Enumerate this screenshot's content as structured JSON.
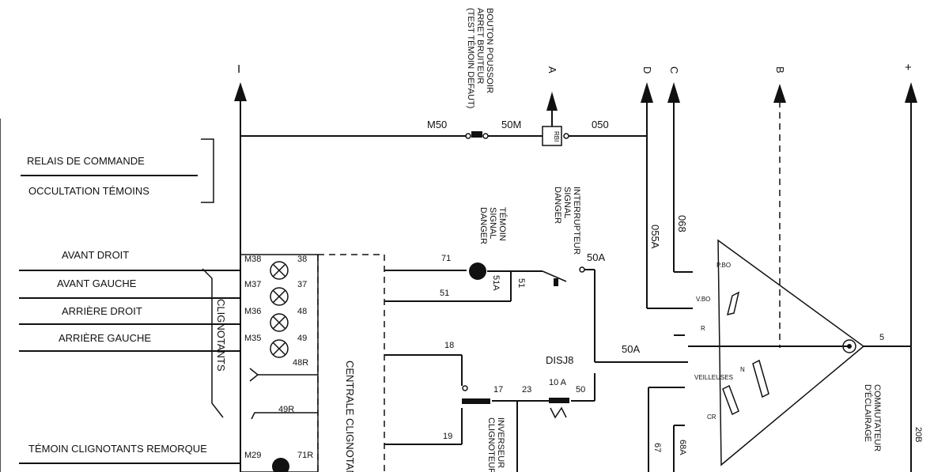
{
  "labels": {
    "relais_line1": "RELAIS DE COMMANDE",
    "relais_line2": "OCCULTATION TÉMOINS",
    "avant_droit": "AVANT DROIT",
    "avant_gauche": "AVANT GAUCHE",
    "arriere_droit": "ARRIÈRE DROIT",
    "arriere_gauche": "ARRIÈRE GAUCHE",
    "clignotants": "CLIGNOTANTS",
    "temoin_remorque": "TÉMOIN CLIGNOTANTS REMORQUE",
    "centrale": "CENTRALE CLIGNOTANTS",
    "bouton_1": "BOUTON POUSSOIR",
    "bouton_2": "ARRET BRUITEUR",
    "bouton_3": "(TEST TÉMOIN DEFAUT)",
    "temoin_1": "TÉMOIN",
    "temoin_2": "SIGNAL",
    "temoin_3": "DANGER",
    "interr_1": "INTERRUPTEUR",
    "interr_2": "SIGNAL",
    "interr_3": "DANGER",
    "inverseur_1": "INVERSEUR",
    "inverseur_2": "CLIGNOTEURS",
    "commutateur_1": "COMMUTATEUR",
    "commutateur_2": "D'ÉCLAIRAGE",
    "disj": "DISJ8",
    "fuse": "10 A"
  },
  "terminals": {
    "top_minus": "I",
    "top_a": "A",
    "top_d": "D",
    "top_c": "C",
    "top_b": "B",
    "top_plus": "+"
  },
  "wires": {
    "m50": "M50",
    "w50m": "50M",
    "w050": "050",
    "m38": "M38",
    "w38": "38",
    "m37": "M37",
    "w37": "37",
    "m36": "M36",
    "w48": "48",
    "m35": "M35",
    "w49": "49",
    "w48r": "48R",
    "w49r": "49R",
    "m29": "M29",
    "w71r": "71R",
    "w71": "71",
    "w51": "51",
    "w51a": "51A",
    "w51b": "51",
    "w50a_top": "50A",
    "w18": "18",
    "w19": "19",
    "w17": "17",
    "w23": "23",
    "w50": "50",
    "w50a_mid": "50A",
    "w055a": "055A",
    "w068": "068",
    "w5": "5",
    "w67": "67",
    "w68a": "68A",
    "w20b": "20B"
  },
  "switch_positions": {
    "pbo": "P.BO",
    "vbo": "V.BO",
    "r": "R",
    "veilleuses": "VEILLEUSES",
    "n": "N",
    "cr": "CR"
  },
  "relay_text": "RBI"
}
